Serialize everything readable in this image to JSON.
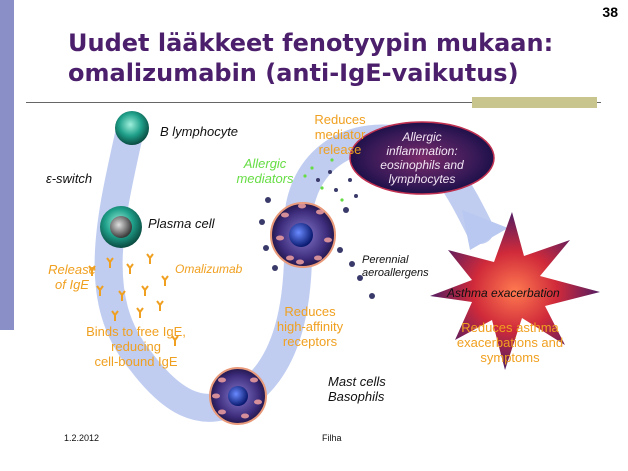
{
  "slide_number": "38",
  "title_lines": [
    "Uudet lääkkeet fenotyypin mukaan:",
    "omalizumabin (anti-IgE-vaikutus)"
  ],
  "labels": {
    "b_lymphocyte": "B lymphocyte",
    "e_switch": "ε-switch",
    "plasma_cell": "Plasma cell",
    "release_of_ige_1": "Release",
    "release_of_ige_2": "of IgE",
    "omalizumab": "Omalizumab",
    "binds_1": "Binds to free IgE,",
    "binds_2": "reducing",
    "binds_3": "cell-bound IgE",
    "allergic_mediators_1": "Allergic",
    "allergic_mediators_2": "mediators",
    "reduces_mediator_1": "Reduces",
    "reduces_mediator_2": "mediator",
    "reduces_mediator_3": "release",
    "inflammation_1": "Allergic",
    "inflammation_2": "inflammation:",
    "inflammation_3": "eosinophils and",
    "inflammation_4": "lymphocytes",
    "perennial_1": "Perennial",
    "perennial_2": "aeroallergens",
    "reduces_receptors_1": "Reduces",
    "reduces_receptors_2": "high-affinity",
    "reduces_receptors_3": "receptors",
    "mast_cells_1": "Mast cells",
    "mast_cells_2": "Basophils",
    "asthma_exacerbation": "Asthma exacerbation",
    "reduces_asthma_1": "Reduces asthma",
    "reduces_asthma_2": "exacerbations and",
    "reduces_asthma_3": "symptoms"
  },
  "footer": {
    "date": "1.2.2012",
    "author": "Filha"
  },
  "colors": {
    "title": "#4b1f6b",
    "pathway": "#b9c8f0",
    "orange_text": "#f0a020",
    "green_text": "#66dd44",
    "cell_teal": "#1a8a7a",
    "inflammation": "#3a1a5a",
    "burst": "#c0263a"
  }
}
